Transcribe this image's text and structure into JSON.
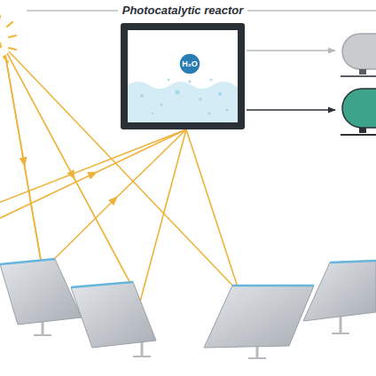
{
  "diagram": {
    "nodes": [
      {
        "text": [
          "Photocatalytic reactor"
        ]
      },
      {
        "text": [
          "H₂O"
        ],
        "in": 0
      }
    ]
  }
}
